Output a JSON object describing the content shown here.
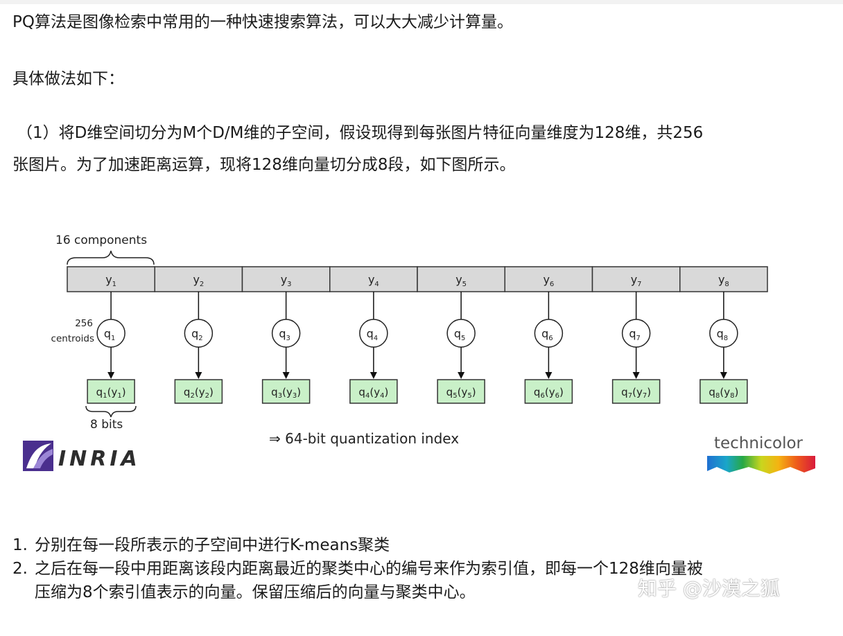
{
  "intro": "PQ算法是图像检索中常用的一种快速搜索算法，可以大大减少计算量。",
  "steps_heading": "具体做法如下：",
  "step1": {
    "line1": "（1）将D维空间切分为M个D/M维的子空间，假设现得到每张图片特征向量维度为128维，共256",
    "line2": "张图片。为了加速距离运算，现将128维向量切分成8段，如下图所示。"
  },
  "diagram": {
    "components_label": "16 components",
    "centroids_label_1": "256",
    "centroids_label_2": "centroids",
    "bits_label": "8 bits",
    "index_label": "⇒ 64-bit quantization index",
    "segments": [
      {
        "y": "y",
        "sub": "1",
        "q": "q",
        "qy_q": "q",
        "qy_y": "y"
      },
      {
        "y": "y",
        "sub": "2",
        "q": "q",
        "qy_q": "q",
        "qy_y": "y"
      },
      {
        "y": "y",
        "sub": "3",
        "q": "q",
        "qy_q": "q",
        "qy_y": "y"
      },
      {
        "y": "y",
        "sub": "4",
        "q": "q",
        "qy_q": "q",
        "qy_y": "y"
      },
      {
        "y": "y",
        "sub": "5",
        "q": "q",
        "qy_q": "q",
        "qy_y": "y"
      },
      {
        "y": "y",
        "sub": "6",
        "q": "q",
        "qy_q": "q",
        "qy_y": "y"
      },
      {
        "y": "y",
        "sub": "7",
        "q": "q",
        "qy_q": "q",
        "qy_y": "y"
      },
      {
        "y": "y",
        "sub": "8",
        "q": "q",
        "qy_q": "q",
        "qy_y": "y"
      }
    ],
    "logo_left": "INRIA",
    "logo_right": "technicolor",
    "colors": {
      "segment_fill": "#d9d9d9",
      "code_fill": "#c9f0c8",
      "code_stroke": "#3a7a3a",
      "inria_purple": "#5b3fa0"
    }
  },
  "list": [
    {
      "num": "1.",
      "text": "分别在每一段所表示的子空间中进行K-means聚类"
    },
    {
      "num": "2.",
      "text": "之后在每一段中用距离该段内距离最近的聚类中心的编号来作为索引值，即每一个128维向量被"
    },
    {
      "num": "",
      "text": "压缩为8个索引值表示的向量。保留压缩后的向量与聚类中心。"
    }
  ],
  "watermark": "知乎 @沙漠之狐"
}
